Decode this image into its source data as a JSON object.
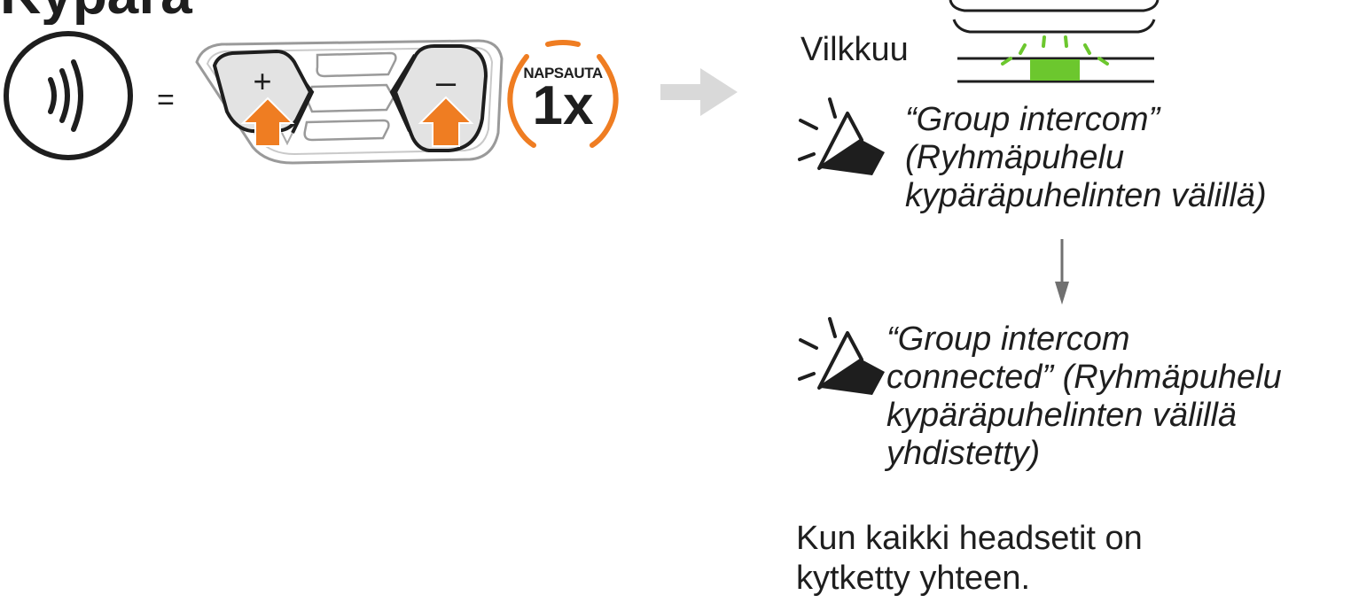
{
  "header": {
    "title": "Kypärä"
  },
  "action": {
    "equals_sign": "=",
    "plus_symbol": "+",
    "minus_symbol": "–",
    "tap_label": "NAPSAUTA",
    "tap_count": "1x"
  },
  "result": {
    "blink_label": "Vilkkuu",
    "led_color": "#6cc72e",
    "prompt_1_lines": [
      "“Group intercom”",
      "(Ryhmäpuhelu",
      "kypäräpuhelinten välillä)"
    ],
    "prompt_2_lines": [
      "“Group intercom",
      "connected” (Ryhmäpuhelu",
      "kypäräpuhelinten välillä",
      "yhdistetty)"
    ],
    "note_lines": [
      "Kun kaikki headsetit on",
      "kytketty yhteen."
    ]
  },
  "colors": {
    "accent_orange": "#ef7d22",
    "arrow_gray": "#d9d9d9",
    "flow_arrow": "#707070",
    "text": "#1e1e1e"
  },
  "icons": [
    "intercom-icon",
    "press-arrow-icon",
    "next-step-arrow-icon",
    "led-indicator-icon",
    "speaker-icon",
    "down-arrow-icon"
  ]
}
